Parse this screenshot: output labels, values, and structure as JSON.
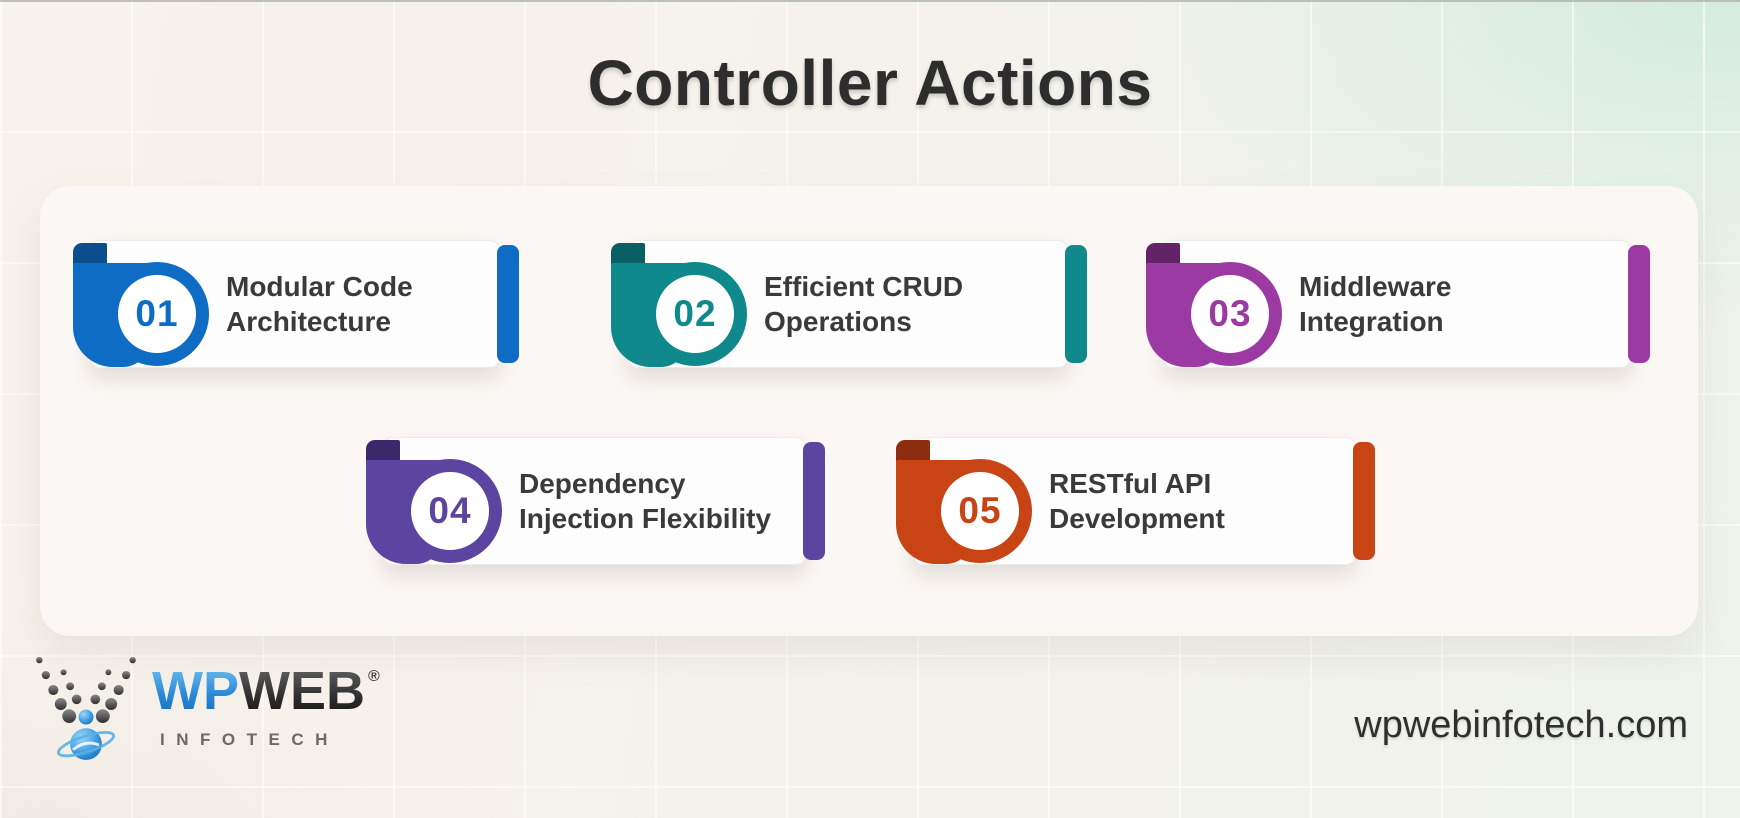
{
  "title": "Controller Actions",
  "cards_panel": {
    "items": [
      {
        "number": "01",
        "label": "Modular Code Architecture",
        "lines": [
          "Modular Code",
          "Architecture"
        ],
        "accent_color": "#0f6cc4",
        "fold_color": "#0b4e8e"
      },
      {
        "number": "02",
        "label": "Efficient CRUD Operations",
        "lines": [
          "Efficient CRUD",
          "Operations"
        ],
        "accent_color": "#10898c",
        "fold_color": "#0a5f63"
      },
      {
        "number": "03",
        "label": "Middleware Integration",
        "lines": [
          "Middleware",
          "Integration"
        ],
        "accent_color": "#9b3aa3",
        "fold_color": "#632367"
      },
      {
        "number": "04",
        "label": "Dependency Injection Flexibility",
        "lines": [
          "Dependency",
          "Injection Flexibility"
        ],
        "accent_color": "#5b45a0",
        "fold_color": "#39296b"
      },
      {
        "number": "05",
        "label": "RESTful API Development",
        "lines": [
          "RESTful API",
          "Development"
        ],
        "accent_color": "#c94415",
        "fold_color": "#8c2c10"
      }
    ]
  },
  "footer": {
    "brand": {
      "word_primary": "WP",
      "word_secondary": "WEB",
      "registered_mark": "®",
      "subtext": "INFOTECH"
    },
    "website": "wpwebinfotech.com"
  },
  "theme": {
    "background": "#f5f1ea",
    "panel_background": "#fbf7f4",
    "card_background": "#fdfdfd",
    "title_color": "#2d2d2d",
    "label_color": "#3a3a3a"
  }
}
